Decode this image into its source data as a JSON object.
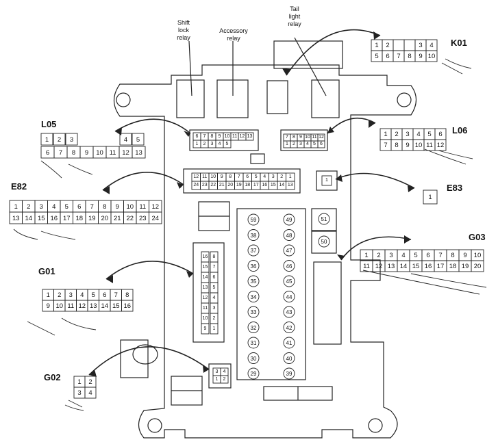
{
  "relay_labels": {
    "shift_lock": [
      "Shift",
      "lock",
      "relay"
    ],
    "accessory": [
      "Accessory",
      "relay"
    ],
    "tail_light": [
      "Tail",
      "light",
      "relay"
    ]
  },
  "connectors": {
    "K01": {
      "label": "K01",
      "row1": [
        "1",
        "2",
        "",
        "",
        "3",
        "4"
      ],
      "row2": [
        "5",
        "6",
        "7",
        "8",
        "9",
        "10"
      ]
    },
    "L05": {
      "label": "L05",
      "row1": [
        "1",
        "2",
        "3",
        "4",
        "5"
      ],
      "row2": [
        "6",
        "7",
        "8",
        "9",
        "10",
        "11",
        "12",
        "13"
      ]
    },
    "L06": {
      "label": "L06",
      "row1": [
        "1",
        "2",
        "3",
        "4",
        "5",
        "6"
      ],
      "row2": [
        "7",
        "8",
        "9",
        "10",
        "11",
        "12"
      ]
    },
    "E82": {
      "label": "E82",
      "row1": [
        "1",
        "2",
        "3",
        "4",
        "5",
        "6",
        "7",
        "8",
        "9",
        "10",
        "11",
        "12"
      ],
      "row2": [
        "13",
        "14",
        "15",
        "16",
        "17",
        "18",
        "19",
        "20",
        "21",
        "22",
        "23",
        "24"
      ]
    },
    "E83": {
      "label": "E83",
      "pins": [
        "1"
      ]
    },
    "G03": {
      "label": "G03",
      "row1": [
        "1",
        "2",
        "3",
        "4",
        "5",
        "6",
        "7",
        "8",
        "9",
        "10"
      ],
      "row2": [
        "11",
        "12",
        "13",
        "14",
        "15",
        "16",
        "17",
        "18",
        "19",
        "20"
      ]
    },
    "G01": {
      "label": "G01",
      "row1": [
        "1",
        "2",
        "3",
        "4",
        "5",
        "6",
        "7",
        "8"
      ],
      "row2": [
        "9",
        "10",
        "11",
        "12",
        "13",
        "14",
        "15",
        "16"
      ]
    },
    "G02": {
      "label": "G02",
      "row1": [
        "1",
        "2"
      ],
      "row2": [
        "3",
        "4"
      ]
    }
  },
  "board_sockets": {
    "left_top": {
      "row1": [
        "6",
        "7",
        "8",
        "9",
        "10",
        "11",
        "12",
        "13"
      ],
      "row2": [
        "1",
        "2",
        "3",
        "4",
        "5"
      ]
    },
    "right_top": {
      "row1": [
        "7",
        "8",
        "9",
        "10",
        "11",
        "12"
      ],
      "row2": [
        "1",
        "2",
        "3",
        "4",
        "5",
        "6"
      ]
    },
    "center_wide": {
      "row1": [
        "12",
        "11",
        "10",
        "9",
        "8",
        "7",
        "6",
        "5",
        "4",
        "3",
        "2",
        "1"
      ],
      "row2": [
        "24",
        "23",
        "22",
        "21",
        "20",
        "19",
        "18",
        "17",
        "16",
        "15",
        "14",
        "13"
      ]
    },
    "center_vertical": {
      "col1": [
        "16",
        "15",
        "14",
        "13",
        "12",
        "11",
        "10",
        "9"
      ],
      "col2": [
        "8",
        "7",
        "6",
        "5",
        "4",
        "3",
        "2",
        "1"
      ]
    },
    "small_e83": {
      "pins": [
        "1"
      ]
    },
    "small_g02": {
      "row1": [
        "3",
        "4"
      ],
      "row2": [
        "1",
        "2"
      ]
    }
  },
  "fuses": {
    "left": [
      "59",
      "38",
      "37",
      "36",
      "35",
      "34",
      "33",
      "32",
      "31",
      "30",
      "29"
    ],
    "right": [
      "49",
      "48",
      "47",
      "46",
      "45",
      "44",
      "43",
      "42",
      "41",
      "40",
      "39"
    ],
    "extra": [
      "51",
      "50"
    ]
  }
}
